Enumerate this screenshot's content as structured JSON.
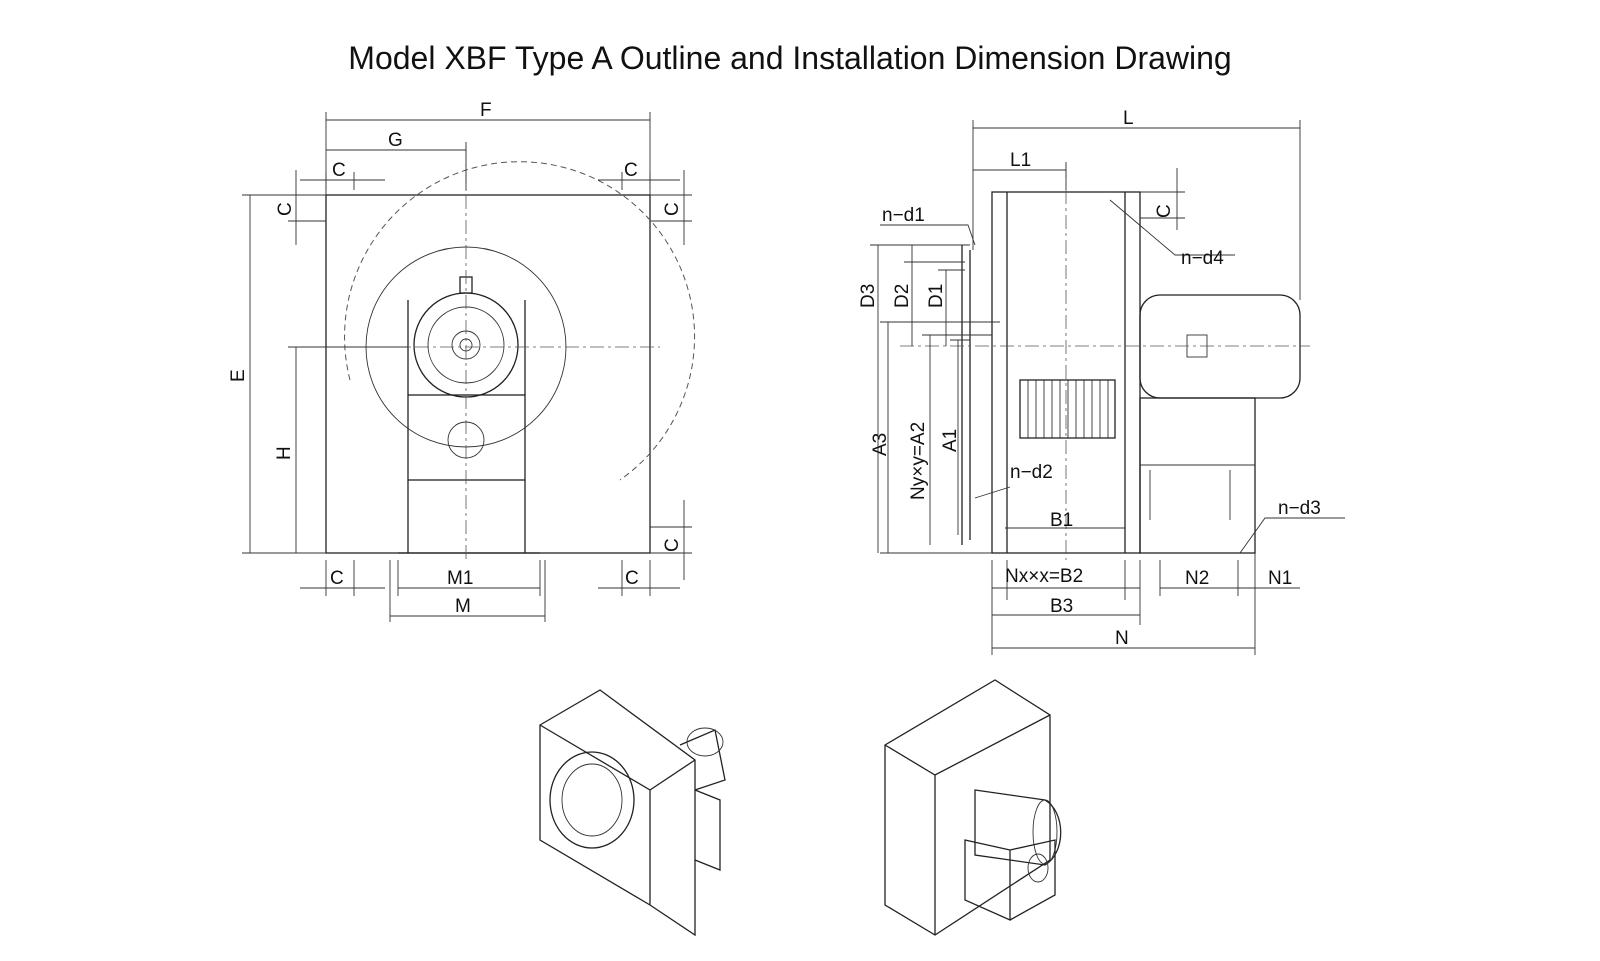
{
  "title": "Model XBF Type A Outline and Installation Dimension Drawing",
  "front_view": {
    "F": "F",
    "G": "G",
    "C": "C",
    "E": "E",
    "H": "H",
    "M1": "M1",
    "M": "M"
  },
  "side_view": {
    "L": "L",
    "L1": "L1",
    "n_d1": "n−d1",
    "n_d4": "n−d4",
    "C": "C",
    "D3": "D3",
    "D2": "D2",
    "D1": "D1",
    "A3": "A3",
    "A2": "Ny×y=A2",
    "A1": "A1",
    "n_d2": "n−d2",
    "B1": "B1",
    "n_d3": "n−d3",
    "B2": "Nx×x=B2",
    "B3": "B3",
    "N2": "N2",
    "N1": "N1",
    "N": "N"
  }
}
